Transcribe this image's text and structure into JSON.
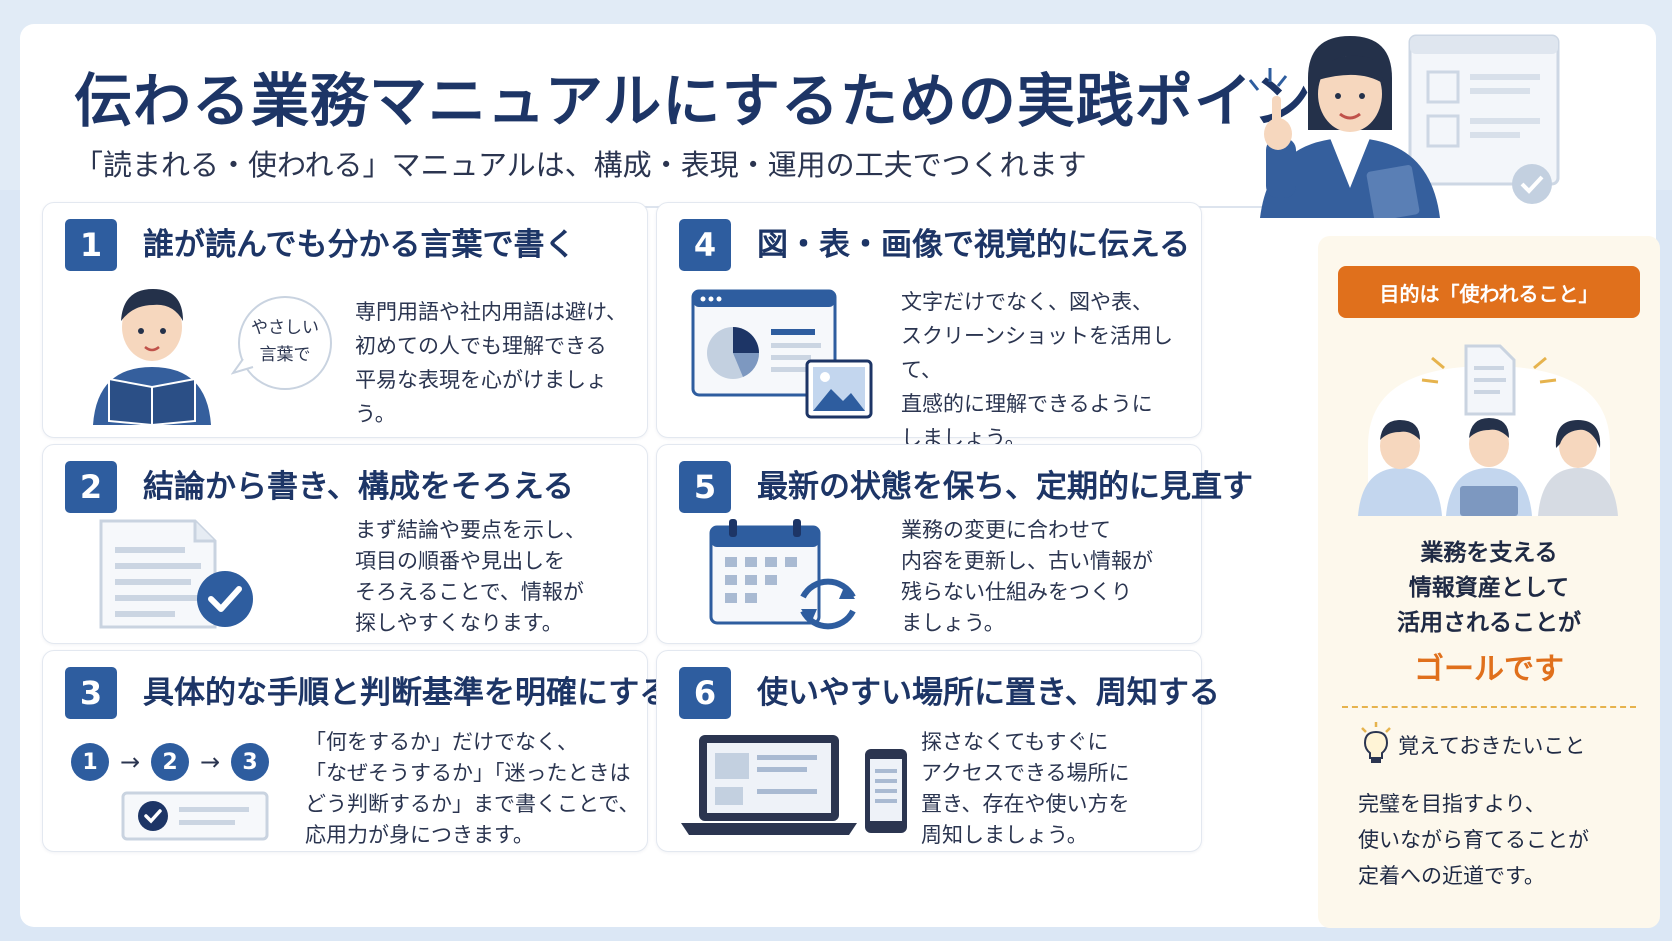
{
  "header": {
    "title": "伝わる業務マニュアルにするための実践ポイント",
    "subtitle": "「読まれる・使われる」マニュアルは、構成・表現・運用の工夫でつくれます"
  },
  "points": [
    {
      "number": "1",
      "title": "誰が読んでも分かる言葉で書く",
      "body": "専門用語や社内用語は避け、\n初めての人でも理解できる\n平易な表現を心がけましょう。",
      "bubble": "やさしい\n言葉で"
    },
    {
      "number": "2",
      "title": "結論から書き、構成をそろえる",
      "body": "まず結論や要点を示し、\n項目の順番や見出しを\nそろえることで、情報が\n探しやすくなります。"
    },
    {
      "number": "3",
      "title": "具体的な手順と判断基準を明確にする",
      "body": "「何をするか」だけでなく、\n「なぜそうするか」「迷ったときは\nどう判断するか」まで書くことで、\n応用力が身につきます。",
      "steps": [
        "1",
        "2",
        "3"
      ]
    },
    {
      "number": "4",
      "title": "図・表・画像で視覚的に伝える",
      "body": "文字だけでなく、図や表、\nスクリーンショットを活用して、\n直感的に理解できるように\nしましょう。"
    },
    {
      "number": "5",
      "title": "最新の状態を保ち、定期的に見直す",
      "body": "業務の変更に合わせて\n内容を更新し、古い情報が\n残らない仕組みをつくり\nましょう。"
    },
    {
      "number": "6",
      "title": "使いやすい場所に置き、周知する",
      "body": "探さなくてもすぐに\nアクセスできる場所に\n置き、存在や使い方を\n周知しましょう。"
    }
  ],
  "sidebar": {
    "tag": "目的は「使われること」",
    "text": "業務を支える\n情報資産として\n活用されることが",
    "goal": "ゴールです",
    "memo_label": "覚えておきたいこと",
    "note": "完璧を目指すより、\n使いながら育てることが\n定着への近道です。"
  },
  "colors": {
    "navy": "#1d3566",
    "accent_blue": "#2e5d9f",
    "orange": "#e0701c",
    "sidebar_bg": "#fdf8ec"
  },
  "icons": [
    "person-reading-icon",
    "speech-bubble-icon",
    "document-check-icon",
    "step-flow-icon",
    "chart-window-icon",
    "image-icon",
    "calendar-refresh-icon",
    "laptop-phone-icon",
    "woman-pointing-icon",
    "team-icon",
    "lightbulb-icon"
  ]
}
